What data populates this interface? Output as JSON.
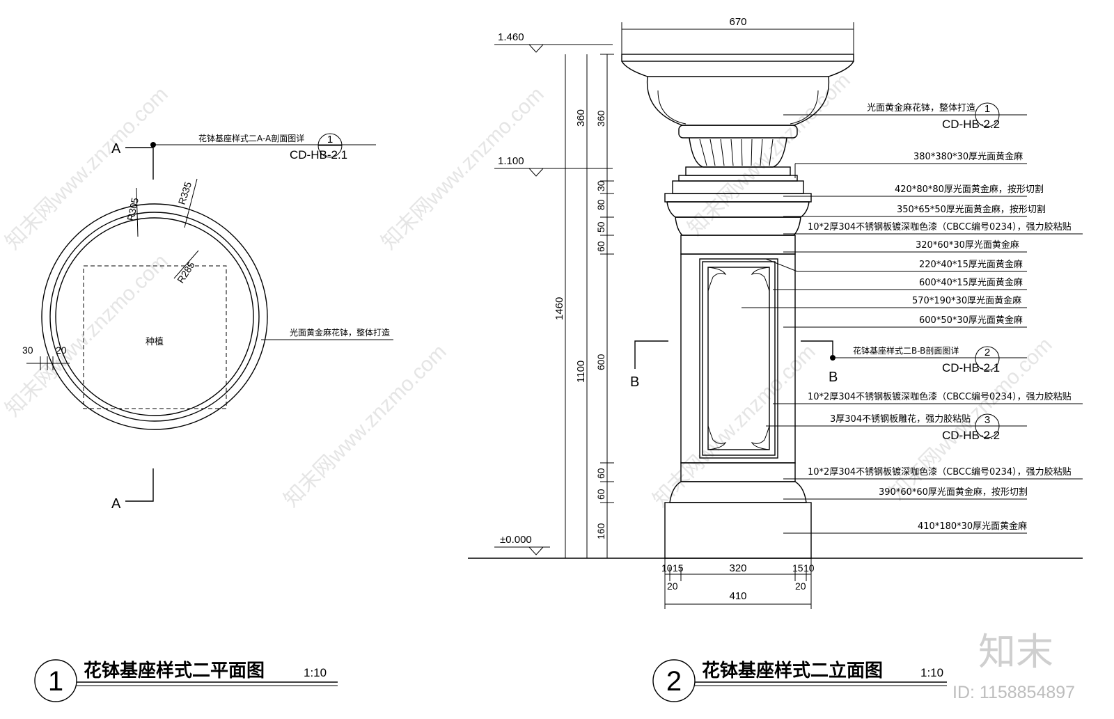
{
  "plan": {
    "section_ref_label": "花钵基座样式二A-A剖面图详",
    "section_ref_num": "1",
    "section_ref_code": "CD-HB-2.1",
    "section_mark_top": "A",
    "section_mark_bottom": "A",
    "r_outer": "R335",
    "r_mid": "R305",
    "r_inner": "R285",
    "center_label": "种植",
    "material_note": "光面黄金麻花钵，整体打造",
    "dim_left_a": "30",
    "dim_left_b": "20"
  },
  "elevation": {
    "top_width": "670",
    "levels": {
      "top": "1.460",
      "mid": "1.100",
      "ground": "±0.000"
    },
    "dims_left": {
      "total": "1460",
      "lower": "1100",
      "upper": "360"
    },
    "dims_right": [
      "360",
      "30",
      "80",
      "50",
      "60",
      "600",
      "60",
      "60",
      "160"
    ],
    "dims_bottom": {
      "a": "10",
      "b": "15",
      "c": "320",
      "d": "15",
      "e": "10",
      "f": "20",
      "g": "20",
      "total": "410"
    },
    "section_mark_b": "B",
    "callouts": [
      {
        "text": "光面黄金麻花钵，整体打造",
        "ref_num": "1",
        "ref_code": "CD-HB-2.2"
      },
      {
        "text": "380*380*30厚光面黄金麻"
      },
      {
        "text": "420*80*80厚光面黄金麻，按形切割"
      },
      {
        "text": "350*65*50厚光面黄金麻，按形切割"
      },
      {
        "text": "10*2厚304不锈钢板镀深咖色漆（CBCC编号0234），强力胶粘贴"
      },
      {
        "text": "320*60*30厚光面黄金麻"
      },
      {
        "text": "220*40*15厚光面黄金麻"
      },
      {
        "text": "600*40*15厚光面黄金麻"
      },
      {
        "text": "570*190*30厚光面黄金麻"
      },
      {
        "text": "600*50*30厚光面黄金麻"
      },
      {
        "text": "花钵基座样式二B-B剖面图详",
        "ref_num": "2",
        "ref_code": "CD-HB-2.1"
      },
      {
        "text": "10*2厚304不锈钢板镀深咖色漆（CBCC编号0234），强力胶粘贴"
      },
      {
        "text": "3厚304不锈钢板雕花，强力胶粘贴",
        "ref_num": "3",
        "ref_code": "CD-HB-2.2"
      },
      {
        "text": "10*2厚304不锈钢板镀深咖色漆（CBCC编号0234），强力胶粘贴"
      },
      {
        "text": "390*60*60厚光面黄金麻，按形切割"
      },
      {
        "text": "410*180*30厚光面黄金麻"
      }
    ]
  },
  "titles": {
    "plan_num": "1",
    "plan_title": "花钵基座样式二平面图",
    "plan_scale": "1:10",
    "elev_num": "2",
    "elev_title": "花钵基座样式二立面图",
    "elev_scale": "1:10"
  },
  "watermark": {
    "text": "知末网www.znzmo.com",
    "logo": "知末",
    "id": "ID: 1158854897"
  }
}
